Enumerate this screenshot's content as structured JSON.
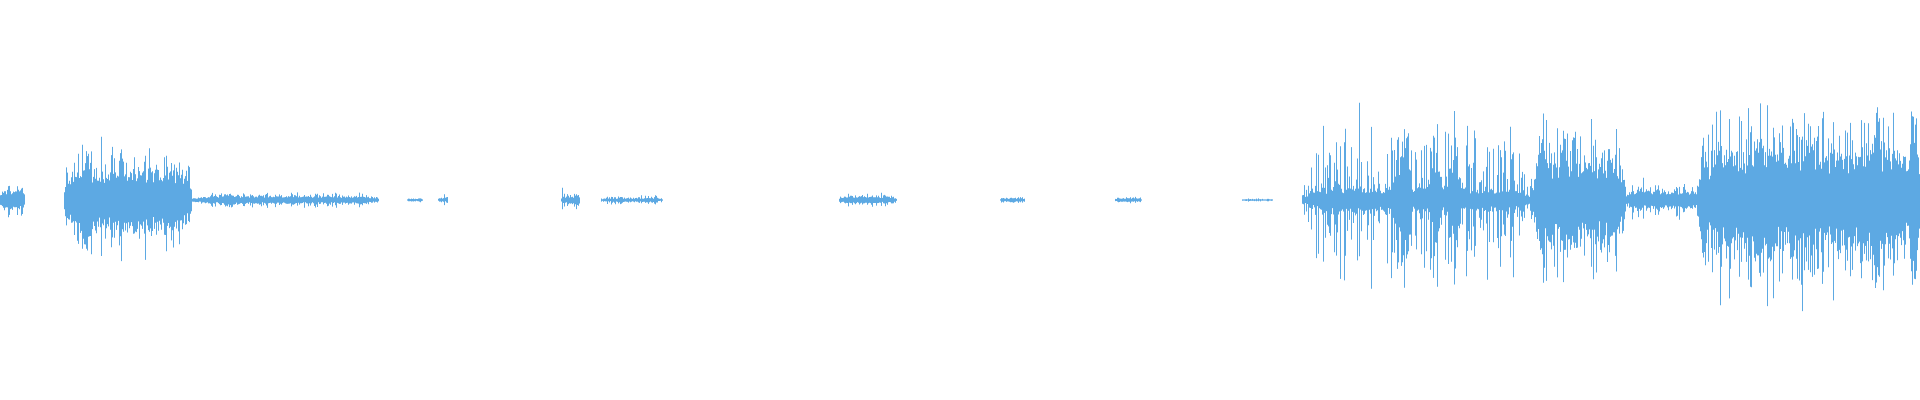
{
  "waveform": {
    "color": "#5DA9E3",
    "background": "#FFFFFF",
    "duration_fraction_axis": [
      0,
      1
    ],
    "amplitude_axis": [
      -1,
      1
    ],
    "segments": [
      {
        "start": 0.0,
        "end": 0.013,
        "peak": 0.1,
        "body": 0.05
      },
      {
        "start": 0.033,
        "end": 0.1,
        "peak": 0.38,
        "body": 0.16
      },
      {
        "start": 0.1,
        "end": 0.197,
        "peak": 0.045,
        "body": 0.02
      },
      {
        "start": 0.212,
        "end": 0.22,
        "peak": 0.015,
        "body": 0.008
      },
      {
        "start": 0.228,
        "end": 0.233,
        "peak": 0.04,
        "body": 0.01
      },
      {
        "start": 0.292,
        "end": 0.302,
        "peak": 0.075,
        "body": 0.02
      },
      {
        "start": 0.313,
        "end": 0.345,
        "peak": 0.03,
        "body": 0.01
      },
      {
        "start": 0.437,
        "end": 0.467,
        "peak": 0.04,
        "body": 0.018
      },
      {
        "start": 0.521,
        "end": 0.534,
        "peak": 0.025,
        "body": 0.01
      },
      {
        "start": 0.581,
        "end": 0.595,
        "peak": 0.02,
        "body": 0.01
      },
      {
        "start": 0.647,
        "end": 0.663,
        "peak": 0.01,
        "body": 0.004
      },
      {
        "start": 0.678,
        "end": 0.798,
        "peak": 0.52,
        "body": 0.06
      },
      {
        "start": 0.798,
        "end": 0.847,
        "peak": 0.48,
        "body": 0.2
      },
      {
        "start": 0.847,
        "end": 0.885,
        "peak": 0.12,
        "body": 0.05
      },
      {
        "start": 0.885,
        "end": 1.0,
        "peak": 0.63,
        "body": 0.25
      }
    ],
    "bursts": [
      {
        "at": 0.045,
        "level": 0.35
      },
      {
        "at": 0.078,
        "level": 0.28
      },
      {
        "at": 0.732,
        "level": 0.52
      },
      {
        "at": 0.748,
        "level": 0.34
      },
      {
        "at": 0.758,
        "level": 0.3
      },
      {
        "at": 0.803,
        "level": 0.48
      },
      {
        "at": 0.815,
        "level": 0.42
      },
      {
        "at": 0.82,
        "level": 0.44
      },
      {
        "at": 0.888,
        "level": 0.43
      },
      {
        "at": 0.902,
        "level": 0.4
      },
      {
        "at": 0.917,
        "level": 0.61
      },
      {
        "at": 0.933,
        "level": 0.38
      },
      {
        "at": 0.955,
        "level": 0.33
      },
      {
        "at": 0.978,
        "level": 0.63
      },
      {
        "at": 0.997,
        "level": 0.56
      }
    ]
  }
}
